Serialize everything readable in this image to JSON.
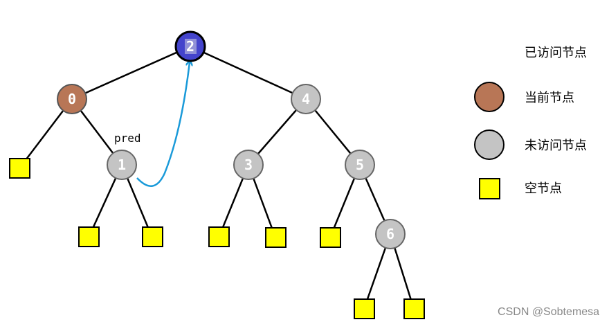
{
  "colors": {
    "visited": "#4444cc",
    "current": "#b87656",
    "unvisited": "#c4c4c4",
    "null": "#ffff00",
    "arrow": "#1a9ad9"
  },
  "tree": {
    "nodes": [
      {
        "id": "n2",
        "label": "2",
        "state": "visited"
      },
      {
        "id": "n0",
        "label": "0",
        "state": "current"
      },
      {
        "id": "n4",
        "label": "4",
        "state": "unvisited"
      },
      {
        "id": "n1",
        "label": "1",
        "state": "unvisited"
      },
      {
        "id": "n3",
        "label": "3",
        "state": "unvisited"
      },
      {
        "id": "n5",
        "label": "5",
        "state": "unvisited"
      },
      {
        "id": "n6",
        "label": "6",
        "state": "unvisited"
      }
    ],
    "pred_label": "pred"
  },
  "legend": {
    "visited": "已访问节点",
    "current": "当前节点",
    "unvisited": "未访问节点",
    "null": "空节点"
  },
  "watermark": "CSDN @Sobtemesa"
}
